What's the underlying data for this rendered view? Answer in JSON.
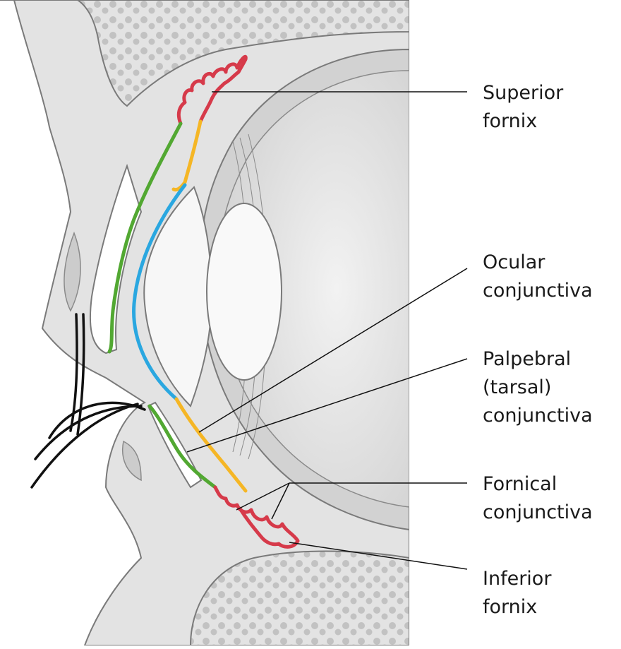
{
  "labels": {
    "superior_fornix": [
      "Superior",
      "fornix"
    ],
    "ocular_conjunctiva": [
      "Ocular",
      "conjunctiva"
    ],
    "palpebral_conjunctiva": [
      "Palpebral",
      "(tarsal)",
      "conjunctiva"
    ],
    "fornical_conjunctiva": [
      "Fornical",
      "conjunctiva"
    ],
    "inferior_fornix": [
      "Inferior",
      "fornix"
    ]
  },
  "colors": {
    "fornix": "#d63a4a",
    "palpebral": "#52a832",
    "fornical": "#f5b625",
    "ocular": "#2aa7e0",
    "tissue": "#e3e3e3",
    "bone": "#c2c2c2",
    "outline": "#7a7a7a"
  }
}
